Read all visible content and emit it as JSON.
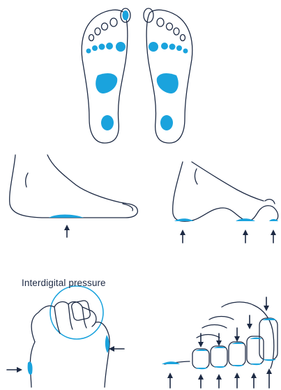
{
  "caption": {
    "text": "Interdigital pressure"
  },
  "colors": {
    "ink": "#1d2a44",
    "accent": "#1aa3dd",
    "background": "#ffffff"
  },
  "panels": [
    {
      "name": "plantar-view-both-feet"
    },
    {
      "name": "side-view-flat-foot"
    },
    {
      "name": "side-view-high-arch-foot"
    },
    {
      "name": "interdigital-pressure-top-view"
    },
    {
      "name": "toe-deformity-side-view"
    }
  ]
}
